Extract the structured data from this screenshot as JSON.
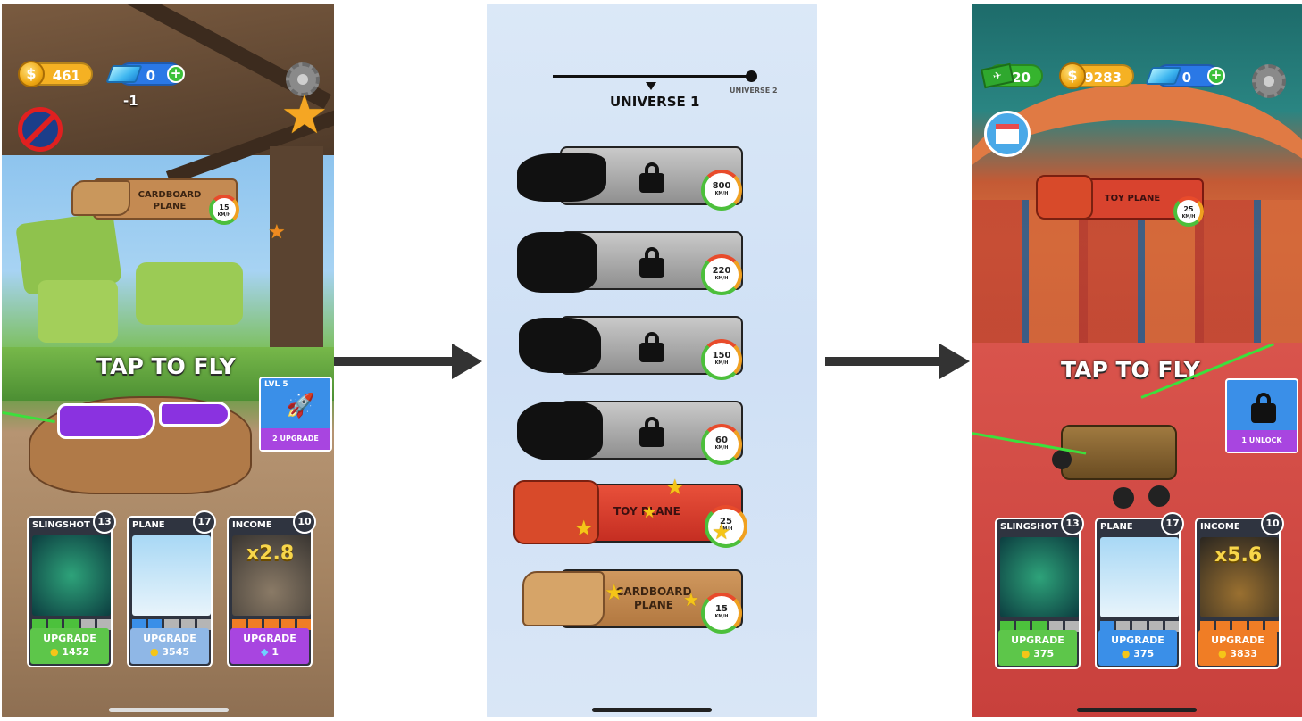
{
  "screen1": {
    "coins": "461",
    "gems": "0",
    "gem_delta": "-1",
    "plane_name": "CARDBOARD\nPLANE",
    "speed_value": "15",
    "speed_unit": "KM/H",
    "tap_to_fly": "TAP TO FLY",
    "booster": {
      "level": "LVL 5",
      "cost": "2",
      "label": "UPGRADE"
    },
    "cards": [
      {
        "title": "SLINGSHOT",
        "level": "13",
        "label": "UPGRADE",
        "cost": "1452",
        "color": "#5dc64a"
      },
      {
        "title": "PLANE",
        "level": "17",
        "label": "UPGRADE",
        "cost": "3545",
        "color": "#8fb7e6"
      },
      {
        "title": "INCOME",
        "level": "10",
        "label": "UPGRADE",
        "cost": "1",
        "multiplier": "x2.8",
        "color": "#a845e0"
      }
    ]
  },
  "screen2": {
    "universe_current": "UNIVERSE 1",
    "universe_next": "UNIVERSE 2",
    "planes": [
      {
        "speed": "800",
        "unit": "KM/H",
        "locked": true
      },
      {
        "speed": "220",
        "unit": "KM/H",
        "locked": true
      },
      {
        "speed": "150",
        "unit": "KM/H",
        "locked": true
      },
      {
        "speed": "60",
        "unit": "KM/H",
        "locked": true
      },
      {
        "name": "TOY PLANE",
        "speed": "25",
        "unit": "KM/H",
        "locked": false
      },
      {
        "name": "CARDBOARD\nPLANE",
        "speed": "15",
        "unit": "KM/H",
        "locked": false
      }
    ]
  },
  "screen3": {
    "tickets": "20",
    "coins": "9283",
    "gems": "0",
    "plane_name": "TOY PLANE",
    "speed_value": "25",
    "speed_unit": "KM/H",
    "tap_to_fly": "TAP TO FLY",
    "unlock": {
      "cost": "1",
      "label": "UNLOCK"
    },
    "cards": [
      {
        "title": "SLINGSHOT",
        "level": "13",
        "label": "UPGRADE",
        "cost": "375",
        "color": "#5dc64a"
      },
      {
        "title": "PLANE",
        "level": "17",
        "label": "UPGRADE",
        "cost": "375",
        "color": "#3a8fe8"
      },
      {
        "title": "INCOME",
        "level": "10",
        "label": "UPGRADE",
        "cost": "3833",
        "multiplier": "x5.6",
        "color": "#f07d25"
      }
    ]
  }
}
